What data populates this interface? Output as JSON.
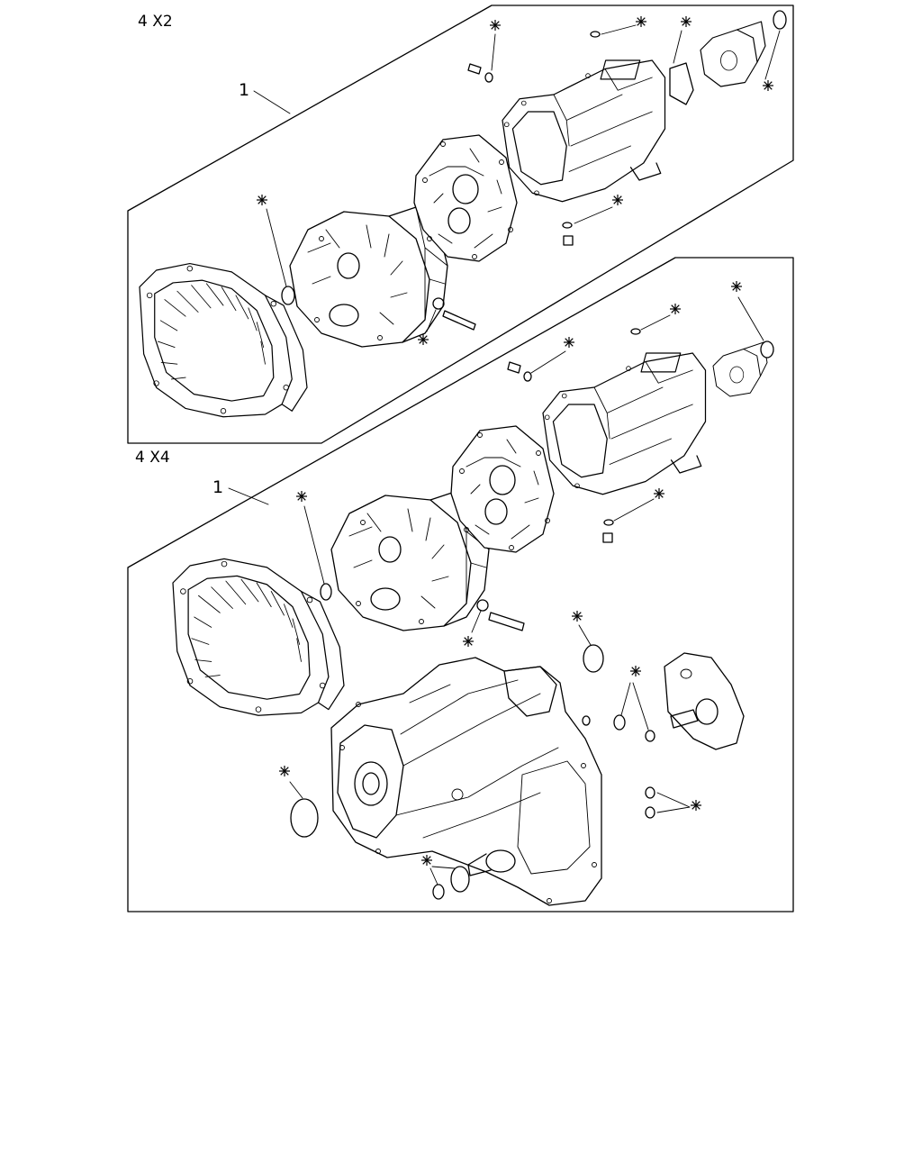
{
  "panels": [
    {
      "title": "4 X2",
      "callout": "1"
    },
    {
      "title": "4 X4",
      "callout": "1"
    }
  ],
  "symbols": {
    "seal_marker": "asterisk"
  }
}
